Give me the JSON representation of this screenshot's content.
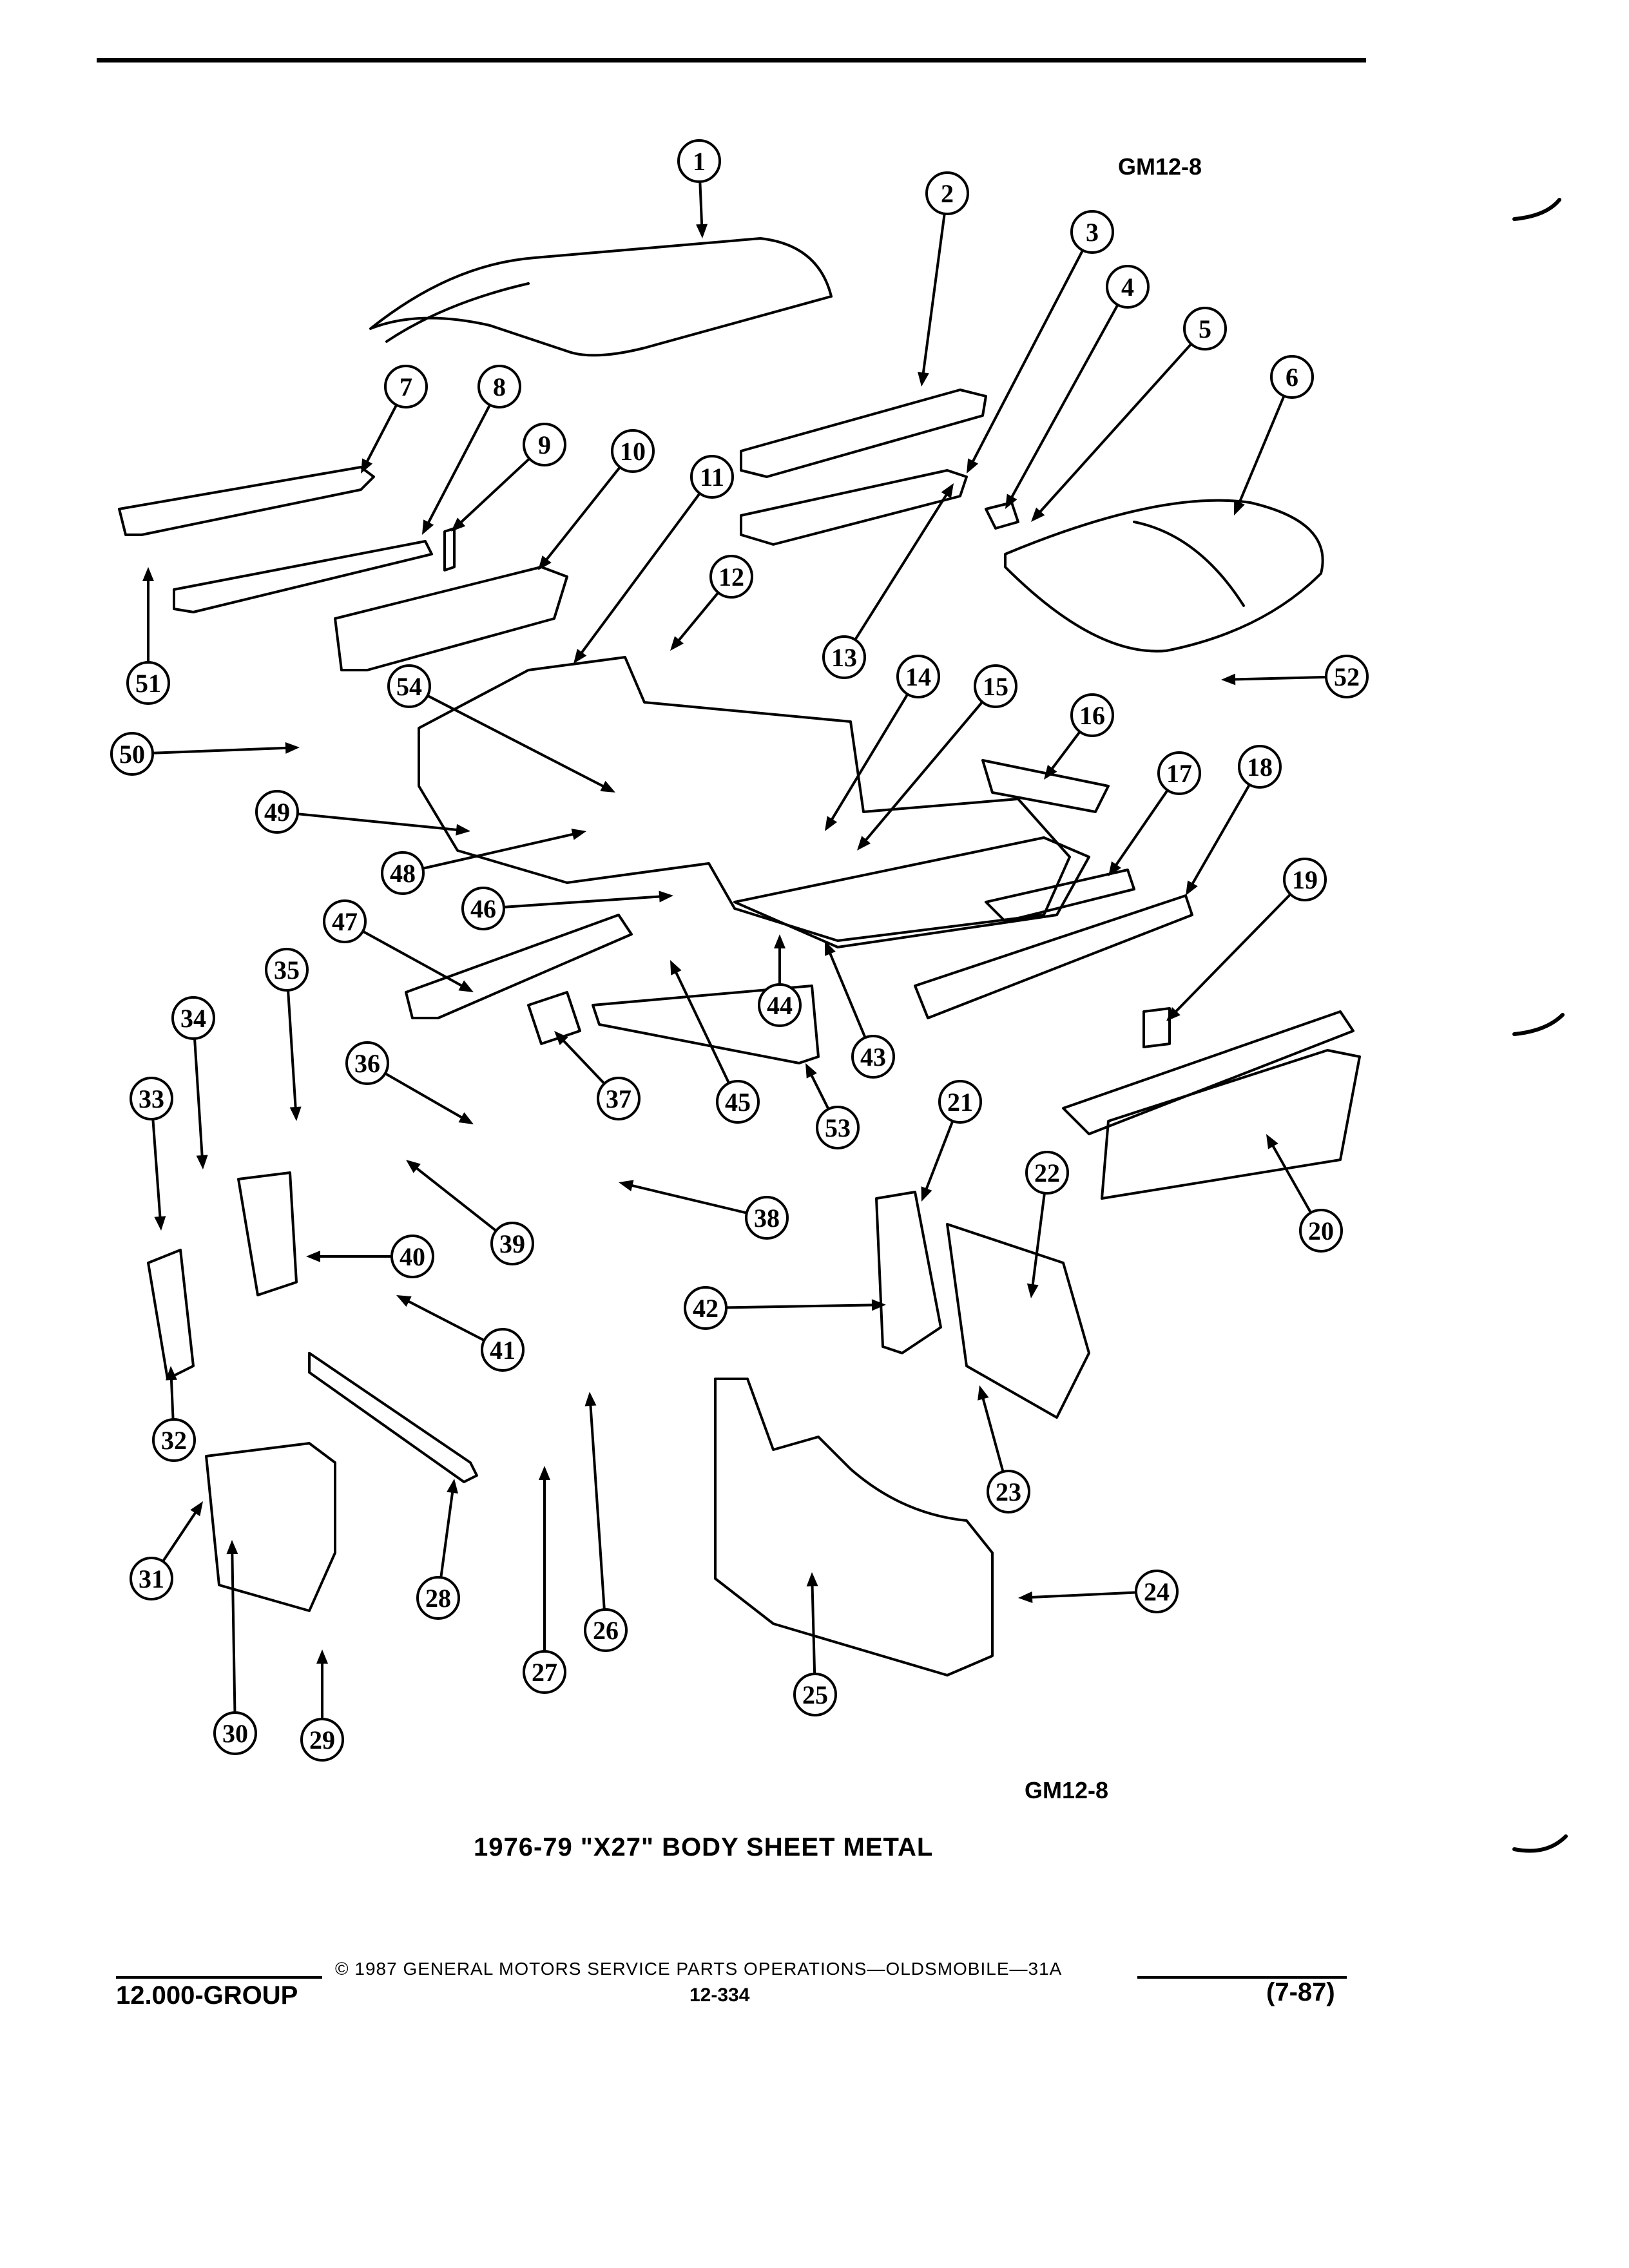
{
  "header": {
    "ref_code_top": "GM12-8"
  },
  "diagram": {
    "callouts": [
      "1",
      "2",
      "3",
      "4",
      "5",
      "6",
      "7",
      "8",
      "9",
      "10",
      "11",
      "12",
      "13",
      "14",
      "15",
      "16",
      "17",
      "18",
      "19",
      "20",
      "21",
      "22",
      "23",
      "24",
      "25",
      "26",
      "27",
      "28",
      "29",
      "30",
      "31",
      "32",
      "33",
      "34",
      "35",
      "36",
      "37",
      "38",
      "39",
      "40",
      "41",
      "42",
      "43",
      "44",
      "45",
      "46",
      "47",
      "48",
      "49",
      "50",
      "51",
      "52",
      "53",
      "54"
    ]
  },
  "caption": {
    "ref_code": "GM12-8",
    "title": "1976-79 \"X27\" BODY SHEET METAL"
  },
  "footer": {
    "copyright": "© 1987 GENERAL MOTORS SERVICE PARTS OPERATIONS—OLDSMOBILE—31A",
    "group": "12.000-GROUP",
    "page_number": "12-334",
    "revision": "(7-87)"
  }
}
